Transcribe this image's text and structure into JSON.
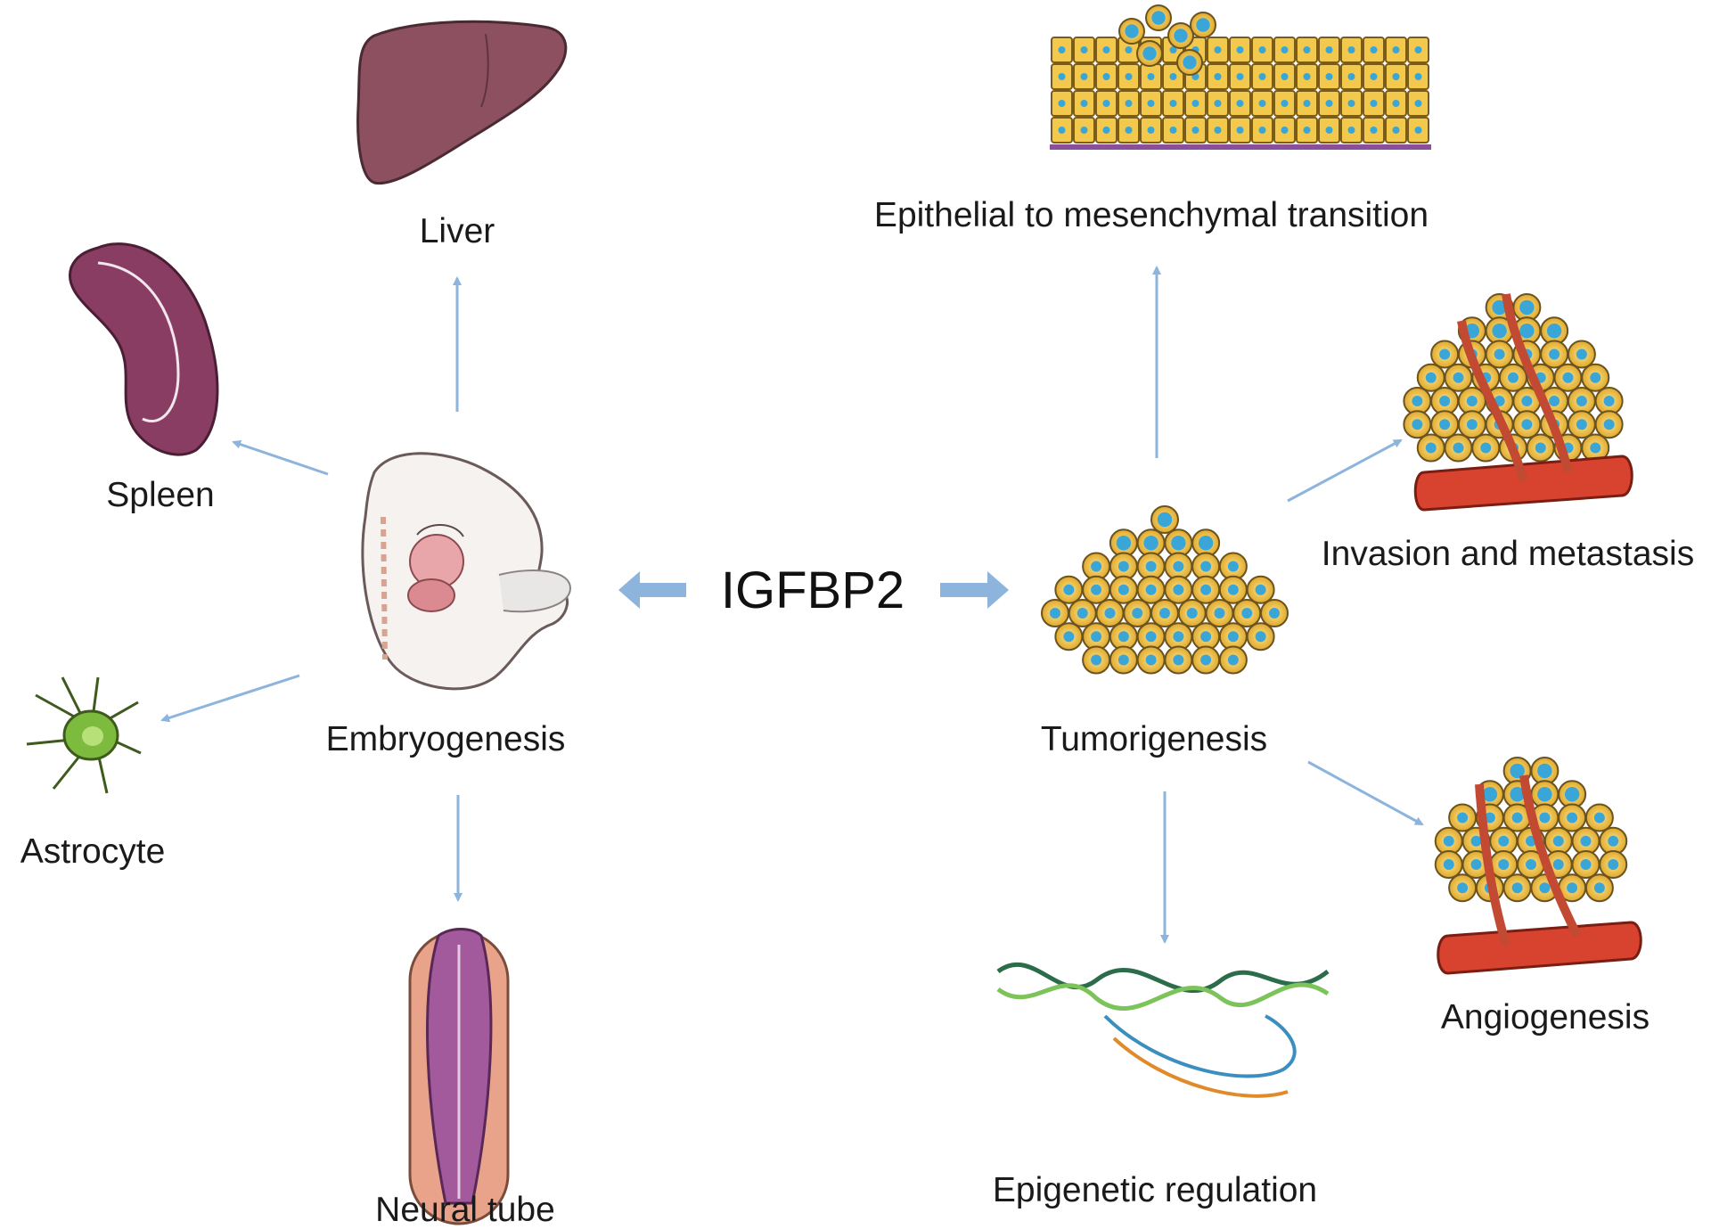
{
  "center": {
    "label": "IGFBP2"
  },
  "embryogenesis": {
    "label": "Embryogenesis",
    "targets": {
      "liver": "Liver",
      "spleen": "Spleen",
      "astrocyte": "Astrocyte",
      "neural_tube": "Neural tube"
    }
  },
  "tumorigenesis": {
    "label": "Tumorigenesis",
    "targets": {
      "emt": "Epithelial to mesenchymal transition",
      "invasion": "Invasion and metastasis",
      "angiogenesis": "Angiogenesis",
      "epigenetic": "Epigenetic regulation"
    }
  },
  "colors": {
    "arrow": "#8db4dd",
    "cell_fill": "#f2c94c",
    "cell_nucleus": "#3aa6d8",
    "vessel": "#d8432f",
    "liver": "#8c5060",
    "spleen": "#8a3d62",
    "astrocyte": "#7dbb3f",
    "neural_tube": "#a35a9d"
  }
}
